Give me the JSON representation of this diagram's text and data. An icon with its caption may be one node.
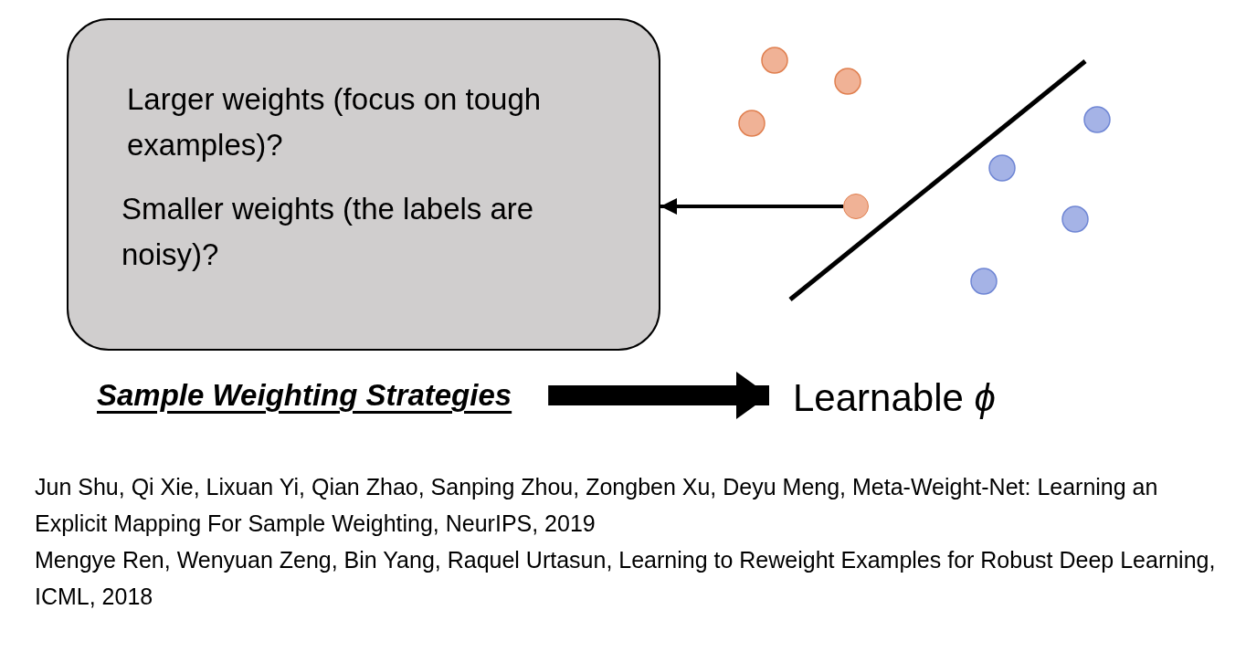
{
  "diagram": {
    "nodes": [
      {
        "text": [
          "Larger weights (focus on tough examples)?",
          "Smaller weights (the labels are noisy)?"
        ]
      },
      {
        "text": [],
        "shape": "circle"
      },
      {
        "text": [
          "Sample Weighting Strategies"
        ]
      },
      {
        "text": [
          "Learnable *ϕ*"
        ]
      }
    ],
    "edges": [
      {
        "from": 1,
        "to": 0,
        "arrow": "to"
      },
      {
        "from": 2,
        "to": 3,
        "arrow": "to",
        "style": "thick"
      }
    ],
    "labels": [
      "Jun Shu, Qi Xie, Lixuan Yi, Qian Zhao, Sanping Zhou, Zongben Xu, Deyu Meng, Meta-Weight-Net: Learning an Explicit Mapping For Sample Weighting, NeurIPS, 2019",
      "Mengye Ren, Wenyuan Zeng, Bin Yang, Raquel Urtasun, Learning to Reweight Examples for Robust Deep Learning, ICML, 2018"
    ]
  }
}
